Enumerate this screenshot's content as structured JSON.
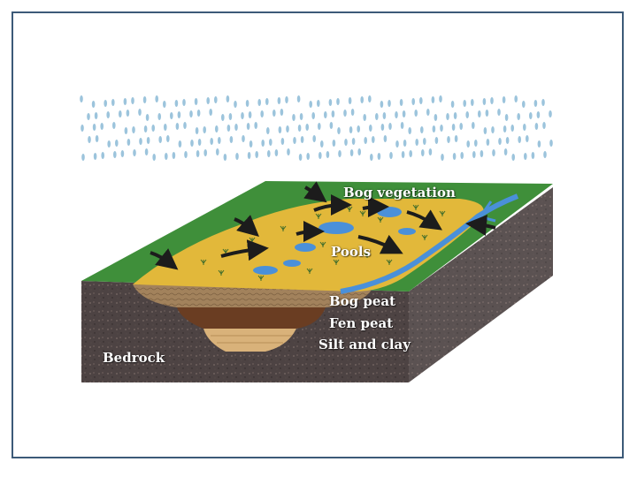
{
  "labels": {
    "bog_vegetation": "Bog vegetation",
    "pools": "Pools",
    "bog_peat": "Bog peat",
    "fen_peat": "Fen peat",
    "silt_clay": "Silt and clay",
    "bedrock": "Bedrock"
  },
  "colors": {
    "frame": "#3c5a78",
    "rain": "#9cc4dc",
    "grass": "#3f8f3a",
    "bog": "#e2b83a",
    "water": "#4a90d9",
    "rock": "#4a4040",
    "bog_peat": "#9b7a55",
    "fen_peat": "#6a3d22",
    "silt": "#d9b27a"
  }
}
